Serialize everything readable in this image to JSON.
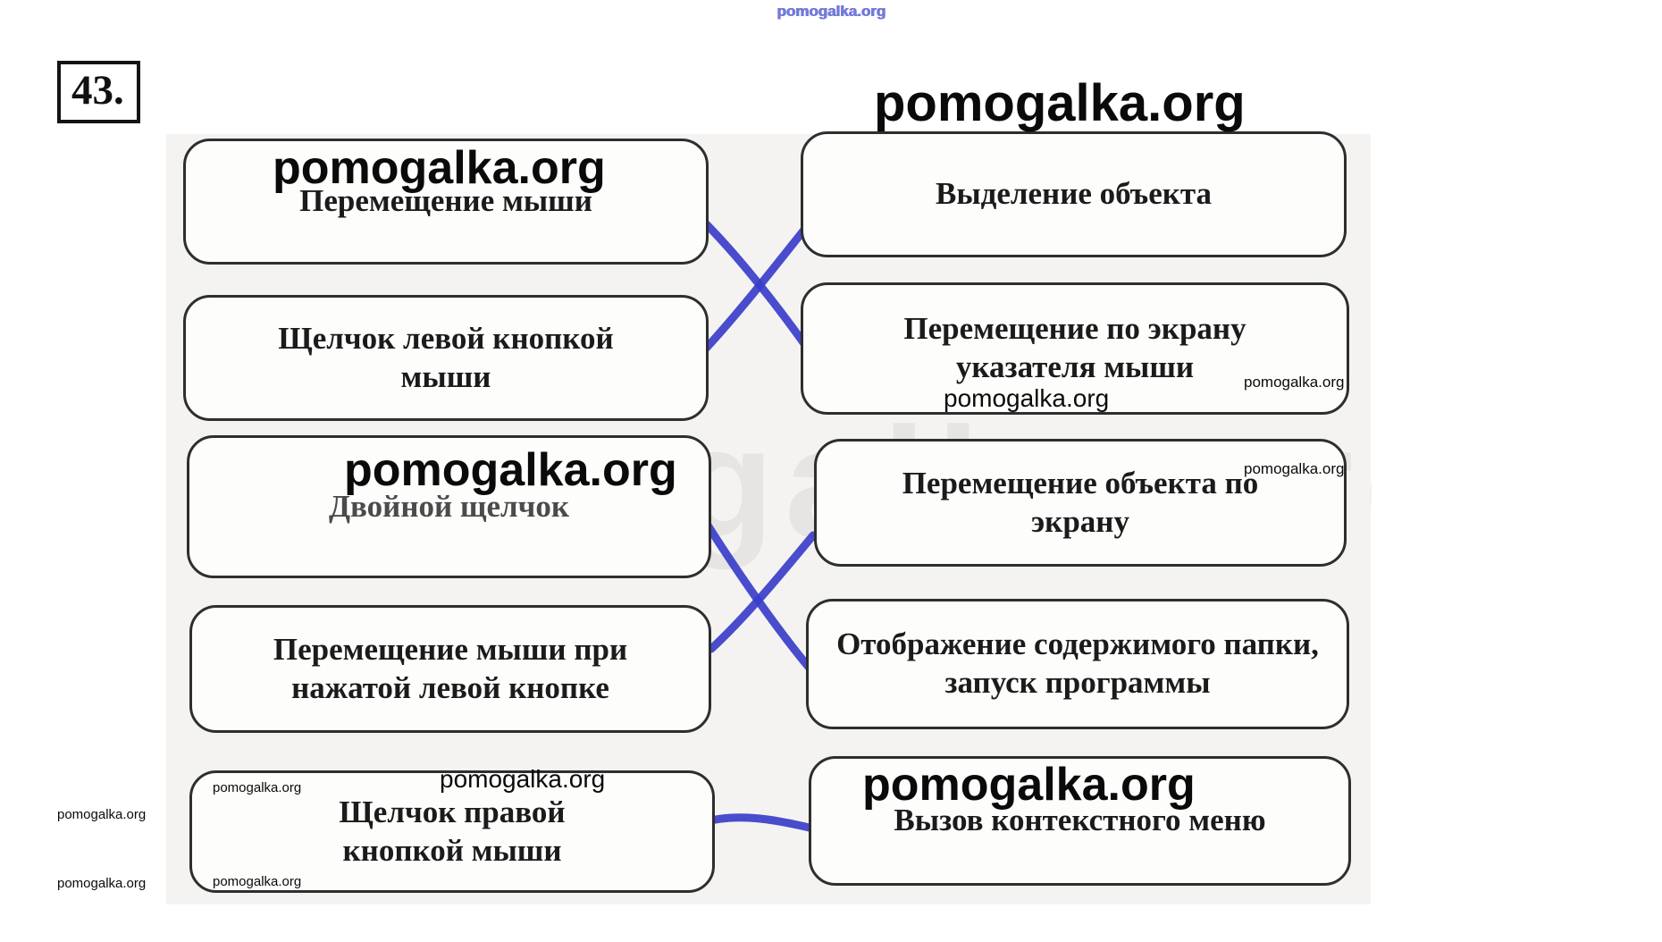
{
  "page": {
    "task_number": "43."
  },
  "watermark": {
    "text": "pomogalka.org"
  },
  "colors": {
    "connector": "#3a3ec9",
    "top_watermark": "#8173d8"
  },
  "diagram": {
    "left_items": [
      {
        "label": "Перемещение мыши"
      },
      {
        "label": "Щелчок левой кнопкой мыши"
      },
      {
        "label": "Двойной щелчок"
      },
      {
        "label": "Перемещение мыши при нажатой левой кнопке"
      },
      {
        "label": "Щелчок правой кнопкой мыши"
      }
    ],
    "right_items": [
      {
        "label": "Выделение объекта"
      },
      {
        "label": "Перемещение по экрану указателя мыши"
      },
      {
        "label": "Перемещение объекта по экрану"
      },
      {
        "label": "Отображение содержимого папки, запуск программы"
      },
      {
        "label": "Вызов контекстного меню"
      }
    ],
    "connections": [
      {
        "from": "Перемещение мыши",
        "to": "Перемещение по экрану указателя мыши"
      },
      {
        "from": "Щелчок левой кнопкой мыши",
        "to": "Выделение объекта"
      },
      {
        "from": "Двойной щелчок",
        "to": "Отображение содержимого папки, запуск программы"
      },
      {
        "from": "Перемещение мыши при нажатой левой кнопке",
        "to": "Перемещение объекта по экрану"
      },
      {
        "from": "Щелчок правой кнопкой мыши",
        "to": "Вызов контекстного меню"
      }
    ]
  }
}
